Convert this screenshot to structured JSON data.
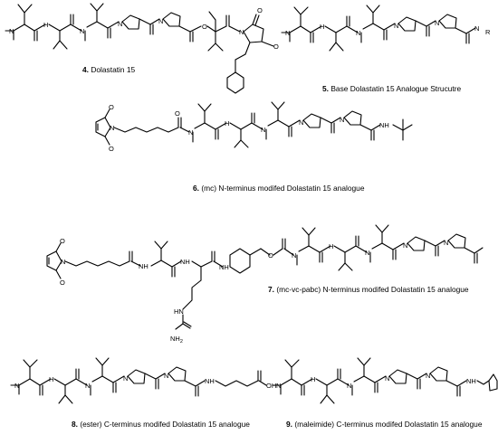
{
  "atoms": {
    "N": "N",
    "O": "O",
    "H": "H",
    "NH": "NH",
    "NH2": "NH",
    "sub2": "2",
    "HN": "HN",
    "R": "R",
    "OH": "OH",
    "OMe": "O"
  },
  "captions": [
    {
      "num": "4.",
      "text": " Dolastatin 15"
    },
    {
      "num": "5.",
      "text": " Base Dolastatin 15 Analogue Strucutre"
    },
    {
      "num": "6.",
      "text": " (mc) N-terminus modifed Dolastatin 15 analogue"
    },
    {
      "num": "7.",
      "text": " (mc-vc-pabc) N-terminus modifed Dolastatin 15 analogue"
    },
    {
      "num": "8.",
      "text": " (ester) C-terminus modifed Dolastatin 15 analogue"
    },
    {
      "num": "9.",
      "text": " (maleimide) C-terminus modifed Dolastatin 15 analogue"
    }
  ]
}
